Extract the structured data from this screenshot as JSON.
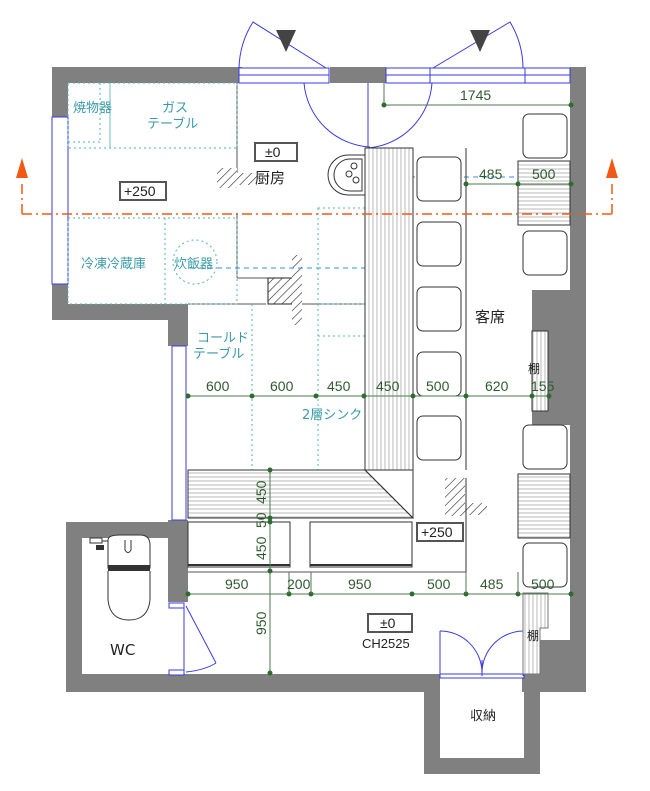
{
  "plan": {
    "rooms": {
      "kitchen": "厨房",
      "customer_seating": "客席",
      "wc": "WC",
      "storage": "収納"
    },
    "equipment": {
      "grill": "焼物器",
      "gas_table_line1": "ガス",
      "gas_table_line2": "テーブル",
      "fridge_freezer": "冷凍冷蔵庫",
      "rice_cooker": "炊飯器",
      "cold_table_line1": "コールド",
      "cold_table_line2": "テーブル",
      "double_sink": "2層シンク",
      "shelf_upper": "棚",
      "shelf_lower": "棚"
    },
    "level_markers": {
      "kitchen_floor": "±0",
      "kitchen_raised": "+250",
      "seating_raised": "+250",
      "entrance_floor": "±0",
      "ceiling_height": "CH2525"
    },
    "dimensions": {
      "top_window": "1745",
      "top_seat_gap": "485",
      "top_seat_width": "500",
      "row_1": [
        "600",
        "600",
        "450",
        "450",
        "500",
        "620",
        "155"
      ],
      "row_2": [
        "950",
        "200",
        "950",
        "500",
        "485",
        "500"
      ],
      "vertical": [
        "450",
        "50",
        "450",
        "950"
      ]
    },
    "colors": {
      "wall": "#808080",
      "equipment_text": "#3a9aa8",
      "dimension": "#2f5a2f",
      "door_window": "#3a3ae0",
      "section_line": "#f05a14"
    }
  }
}
